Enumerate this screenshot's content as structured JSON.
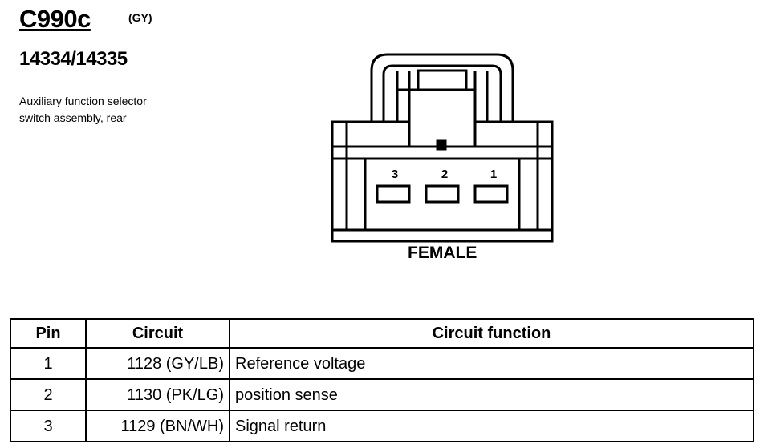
{
  "connector": {
    "id": "C990c",
    "color_code": "(GY)",
    "part_number": "14334/14335",
    "description": [
      "Auxiliary function selector",
      "switch assembly, rear"
    ],
    "gender": "FEMALE",
    "pin_numbers": [
      "3",
      "2",
      "1"
    ]
  },
  "table": {
    "headers": {
      "pin": "Pin",
      "circuit": "Circuit",
      "function": "Circuit function"
    },
    "rows": [
      {
        "pin": "1",
        "circuit": "1128 (GY/LB)",
        "function": "Reference voltage"
      },
      {
        "pin": "2",
        "circuit": "1130 (PK/LG)",
        "function": "position sense"
      },
      {
        "pin": "3",
        "circuit": "1129 (BN/WH)",
        "function": "Signal return"
      }
    ]
  }
}
